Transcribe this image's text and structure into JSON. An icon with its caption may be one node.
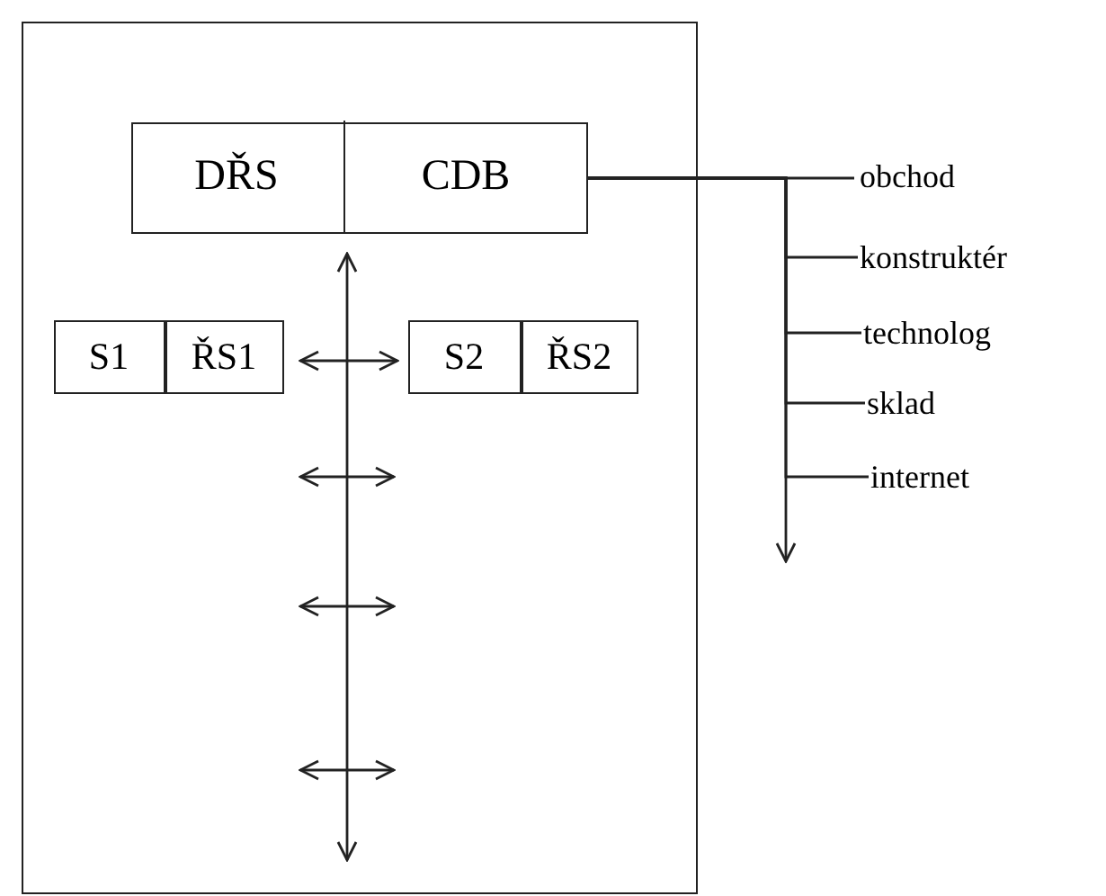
{
  "diagram": {
    "nodes": [
      {
        "text": [],
        "shape": "box"
      },
      {
        "text": [],
        "shape": "box",
        "in": 0
      },
      {
        "text": [
          "DŘS"
        ],
        "in": 1
      },
      {
        "text": [
          "CDB"
        ],
        "in": 1
      },
      {
        "text": [
          "S1"
        ],
        "in": 0
      },
      {
        "text": [
          "ŘS1"
        ],
        "in": 0
      },
      {
        "text": [
          "S2"
        ],
        "in": 0
      },
      {
        "text": [
          "ŘS2"
        ],
        "in": 0
      },
      {
        "text": [
          "obchod"
        ]
      },
      {
        "text": [
          "konstruktér"
        ]
      },
      {
        "text": [
          "technolog"
        ]
      },
      {
        "text": [
          "sklad"
        ]
      },
      {
        "text": [
          "internet"
        ]
      }
    ],
    "edges": [
      {
        "from": 1,
        "to": null,
        "arrow": "both"
      },
      {
        "from": 5,
        "to": 6,
        "arrow": "both"
      },
      {
        "from": 3,
        "to": 8,
        "arrow": "none"
      },
      {
        "from": 3,
        "to": 9,
        "arrow": "none"
      },
      {
        "from": 3,
        "to": 10,
        "arrow": "none"
      },
      {
        "from": 3,
        "to": 11,
        "arrow": "none"
      },
      {
        "from": 3,
        "to": 12,
        "arrow": "none"
      },
      {
        "from": 3,
        "to": null,
        "arrow": "to"
      }
    ]
  }
}
